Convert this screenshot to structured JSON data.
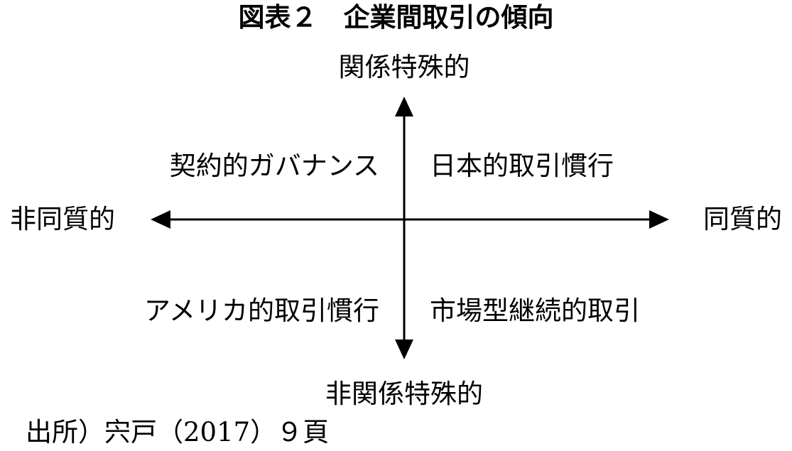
{
  "title": "図表２　企業間取引の傾向",
  "axis_labels": {
    "top": "関係特殊的",
    "bottom": "非関係特殊的",
    "left": "非同質的",
    "right": "同質的"
  },
  "quadrants": {
    "top_left": "契約的ガバナンス",
    "top_right": "日本的取引慣行",
    "bottom_left": "アメリカ的取引慣行",
    "bottom_right": "市場型継続的取引"
  },
  "source": "出所）宍戸（2017）９頁"
}
